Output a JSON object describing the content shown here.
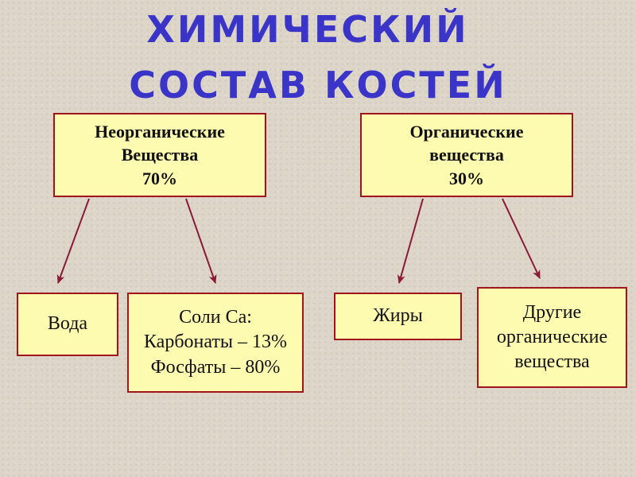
{
  "title": {
    "line1": "ХИМИЧЕСКИЙ",
    "line2": "СОСТАВ  КОСТЕЙ"
  },
  "categories": {
    "inorganic": {
      "line1": "Неорганические",
      "line2": "Вещества",
      "line3": "70%"
    },
    "organic": {
      "line1": "Органические",
      "line2": "вещества",
      "line3": "30%"
    }
  },
  "items": {
    "water": {
      "label": "Вода"
    },
    "salts": {
      "line1": "Соли Са:",
      "line2": "Карбонаты – 13%",
      "line3": "Фосфаты – 80%"
    },
    "fats": {
      "label": "Жиры"
    },
    "other": {
      "line1": "Другие",
      "line2": "органические",
      "line3": "вещества"
    }
  },
  "colors": {
    "title": "#3a35c8",
    "box_fill": "#fdfbb0",
    "box_border": "#a0141c",
    "arrow": "#8b1a3a"
  }
}
